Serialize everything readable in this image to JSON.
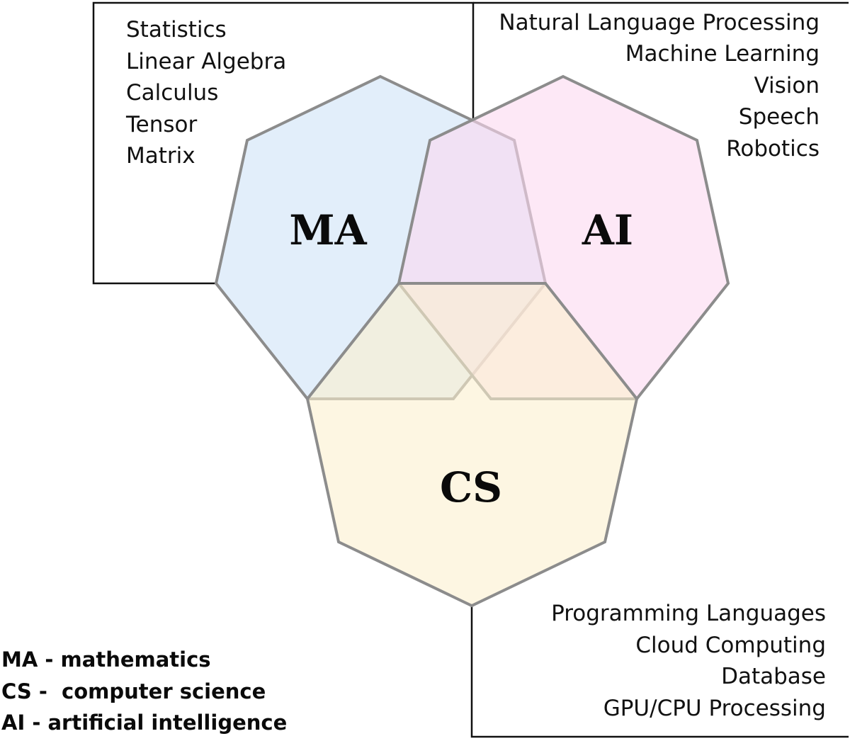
{
  "regions": {
    "ma": {
      "label": "MA",
      "color": "#cfe3f7"
    },
    "ai": {
      "label": "AI",
      "color": "#fcd9f0"
    },
    "cs": {
      "label": "CS",
      "color": "#fcf0cf"
    }
  },
  "topics": {
    "math": [
      "Statistics",
      "Linear Algebra",
      "Calculus",
      "Tensor",
      "Matrix"
    ],
    "ai": [
      "Natural Language Processing",
      "Machine Learning",
      "Vision",
      "Speech",
      "Robotics"
    ],
    "cs": [
      "Programming Languages",
      "Cloud Computing",
      "Database",
      "GPU/CPU Processing"
    ]
  },
  "legend": [
    {
      "abbr": "MA",
      "sep": " - ",
      "full": "mathematics"
    },
    {
      "abbr": "CS",
      "sep": " -  ",
      "full": "computer science"
    },
    {
      "abbr": "AI",
      "sep": " - ",
      "full": "artificial intelligence"
    }
  ]
}
